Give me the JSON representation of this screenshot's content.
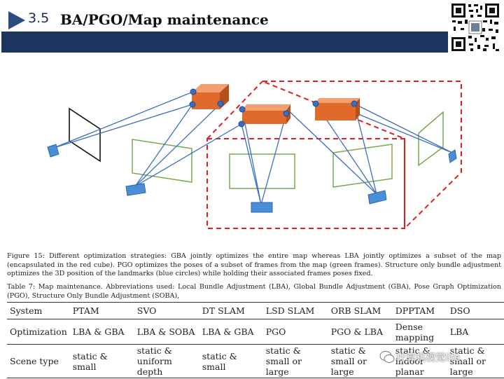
{
  "header": {
    "section_number": "3.5",
    "title": "BA/PGO/Map maintenance"
  },
  "figure": {
    "caption": "Figure 15: Different optimization strategies: GBA jointly optimizes the entire map whereas LBA jointly optimizes a subset of the map (encapsulated in the red cube). PGO optimizes the poses of a subset of frames from the map (green frames). Structure only bundle adjustment optimizes the 3D position of the landmarks (blue circles) while holding their associated frames poses fixed."
  },
  "table": {
    "caption": "Table 7: Map maintenance. Abbreviations used: Local Bundle Adjustment (LBA), Global Bundle Adjustment (GBA), Pose Graph Optimization (PGO), Structure Only Bundle Adjustment (SOBA),",
    "headers": [
      "System",
      "PTAM",
      "SVO",
      "DT SLAM",
      "LSD SLAM",
      "ORB SLAM",
      "DPPTAM",
      "DSO"
    ],
    "rows": [
      [
        "Optimization",
        "LBA & GBA",
        "LBA & SOBA",
        "LBA & GBA",
        "PGO",
        "PGO & LBA",
        "Dense mapping",
        "LBA"
      ],
      [
        "Scene type",
        "static & small",
        "static & uniform depth",
        "static & small",
        "static & small or large",
        "static & small or large",
        "static & indoor planar",
        "static & small or large"
      ]
    ]
  },
  "watermark": {
    "text": "计算机视觉life"
  },
  "colors": {
    "header_band": "#1b355f",
    "triangle": "#2b4c7e",
    "cube": "#e06a2c",
    "frame_green": "#7aa94e",
    "landmark_blue": "#3a6fbf",
    "lba_cube_red": "#e02020"
  }
}
